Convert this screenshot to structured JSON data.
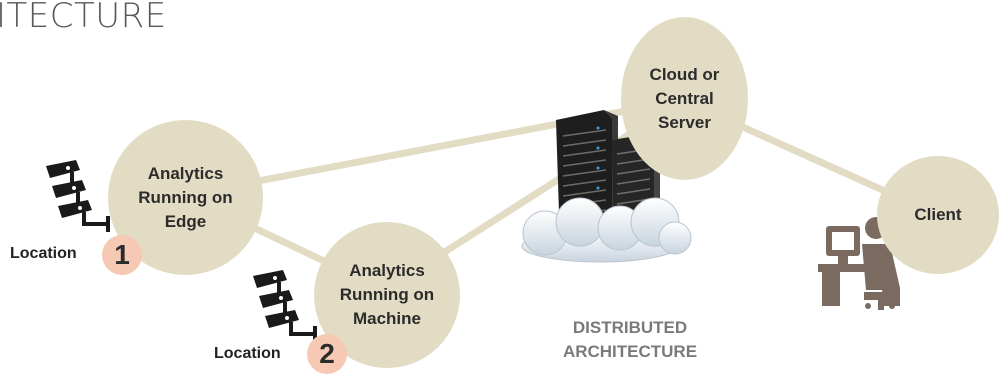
{
  "title": "ITECTURE",
  "nodes": {
    "edge": {
      "label": "Analytics\nRunning on\nEdge"
    },
    "machine": {
      "label": "Analytics\nRunning on\nMachine"
    },
    "cloud": {
      "label": "Cloud or\nCentral\nServer"
    },
    "client": {
      "label": "Client"
    }
  },
  "locations": [
    {
      "label": "Location",
      "number": "1"
    },
    {
      "label": "Location",
      "number": "2"
    }
  ],
  "caption": "DISTRIBUTED\nARCHITECTURE",
  "icons": [
    "camera-cluster-icon",
    "server-rack-icon",
    "cloud-icon",
    "client-workstation-icon"
  ],
  "colors": {
    "node_fill": "#e3dcc5",
    "connector": "#e3dcc5",
    "badge_fill": "#f5c9b3",
    "client_icon": "#7b6a5f"
  }
}
